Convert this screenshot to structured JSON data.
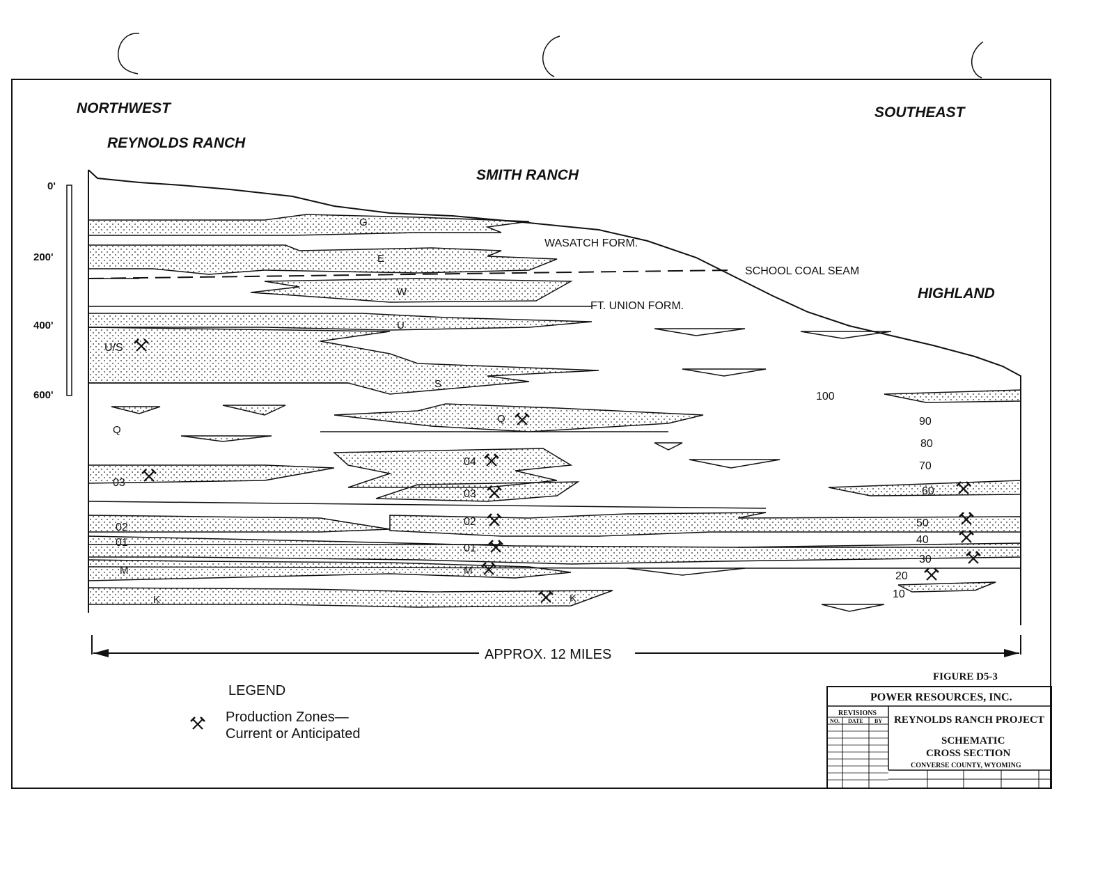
{
  "headings": {
    "northwest": "NORTHWEST",
    "southeast": "SOUTHEAST",
    "reynolds_ranch": "REYNOLDS RANCH",
    "smith_ranch": "SMITH RANCH",
    "highland": "HIGHLAND"
  },
  "formations": {
    "wasatch": "WASATCH FORM.",
    "school_coal": "SCHOOL COAL SEAM",
    "ft_union": "FT. UNION FORM."
  },
  "depth_scale": [
    "0'",
    "200'",
    "400'",
    "600'"
  ],
  "sand_labels": {
    "g": "G",
    "e": "E",
    "w": "W",
    "u": "U",
    "us": "U/S",
    "s": "S",
    "q_left": "Q",
    "q_mid": "Q",
    "o4": "04",
    "o3_left": "03",
    "o3_mid": "03",
    "o2_left": "02",
    "o2_mid": "02",
    "o1_left": "01",
    "o1_mid": "01",
    "m_left": "M",
    "m_mid": "M",
    "k_left": "K",
    "k_mid": "K"
  },
  "highland_labels": [
    "100",
    "90",
    "80",
    "70",
    "60",
    "50",
    "40",
    "30",
    "20",
    "10"
  ],
  "distance": "APPROX. 12 MILES",
  "figure": "FIGURE D5-3",
  "legend": {
    "title": "LEGEND",
    "line1": "Production Zones—",
    "line2": "Current or Anticipated",
    "icon": "pick-hammer-icon"
  },
  "title_block": {
    "company": "POWER RESOURCES, INC.",
    "revisions": "REVISIONS",
    "rev_cols": [
      "NO.",
      "DATE",
      "BY"
    ],
    "project": "REYNOLDS RANCH PROJECT",
    "title1": "SCHEMATIC",
    "title2": "CROSS SECTION",
    "county": "CONVERSE COUNTY, WYOMING"
  }
}
